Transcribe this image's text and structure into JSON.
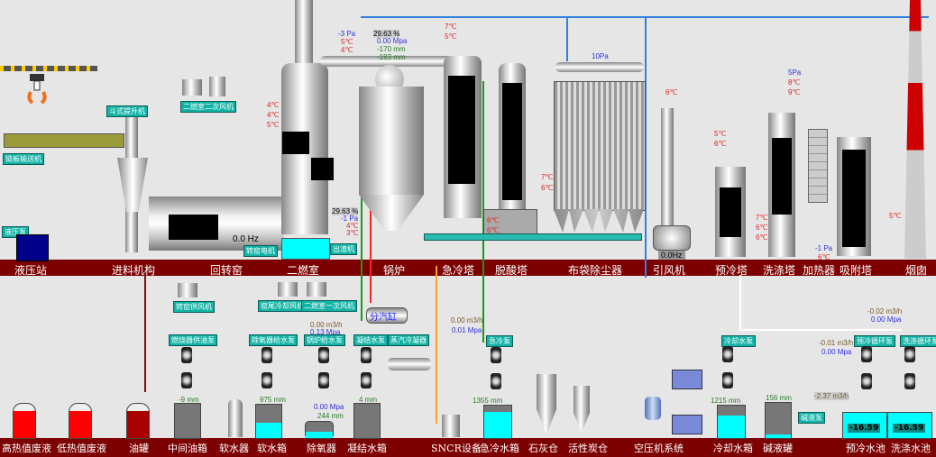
{
  "colors": {
    "band": "#7d0000",
    "water": "#00ffff",
    "tag": "#12b3a6",
    "temp": "#e02020",
    "pressure": "#3030e0",
    "level": "#2a7a2a"
  },
  "top_labels": [
    "液压站",
    "进料机构",
    "回转窑",
    "二燃室",
    "锅炉",
    "急冷塔",
    "脱酸塔",
    "布袋除尘器",
    "引风机",
    "预冷塔",
    "洗涤塔",
    "加热器",
    "吸附塔",
    "烟囱"
  ],
  "bottom_labels": [
    "高热值废液",
    "低热值废液",
    "油罐",
    "中间油箱",
    "软水器",
    "软水箱",
    "除氧器",
    "凝结水箱",
    "SNCR设备",
    "急冷水箱",
    "石灰仓",
    "活性炭仓",
    "空压机系统",
    "冷却水箱",
    "碱液罐",
    "预冷水池",
    "洗涤水池"
  ],
  "tags": {
    "bucket_elevator": "斗式提升机",
    "chain_conveyor": "链板输送机",
    "hydraulic_pump": "液压泵",
    "sec_fan_top": "二燃室二次风机",
    "kiln_motor": "转窑电机",
    "slag_machine": "出渣机",
    "kiln_fan": "转窑供风机",
    "kiln_tail_fan": "窑尾冷却风机",
    "primary_fan": "二燃室一次风机",
    "burner_pump": "燃烧器供油泵",
    "deaerator_pump": "除氧器给水泵",
    "boiler_pump": "锅炉给水泵",
    "condensate_pump": "凝结水泵",
    "steam_condenser": "蒸汽冷凝器",
    "steam_header": "分汽缸",
    "quench_pump": "急冷泵",
    "cooling_pump": "冷却水泵",
    "precool_pump": "预冷循环泵",
    "wash_pump": "洗涤循环泵",
    "alkali_pump": "碱液泵"
  },
  "readings": {
    "kiln_freq": "0.0 Hz",
    "fan_freq": "0.0Hz",
    "chamber_temps": [
      "4℃",
      "4℃",
      "5℃"
    ],
    "top_pa": "-3 Pa",
    "top_t1": "5℃",
    "top_t2": "4℃",
    "boiler_pct": "29.63 %",
    "boiler_mpa": "0.00 Mpa",
    "boiler_l1": "-170 mm",
    "boiler_l2": "-183 mm",
    "quench_t1": "7℃",
    "quench_t2": "5℃",
    "bag_pa": "10Pa",
    "fan_t": "6℃",
    "bag_t1": "7℃",
    "bag_t2": "6℃",
    "deacid_t1": "6℃",
    "deacid_t2": "6℃",
    "kiln_pct": "29.63 %",
    "kiln_pa": "-1 Pa",
    "kiln_t1": "4℃",
    "kiln_t2": "3℃",
    "precool_t1": "5℃",
    "precool_t2": "6℃",
    "wash_pa": "5Pa",
    "wash_t1": "8℃",
    "wash_t2": "9℃",
    "wash_low": [
      "7℃",
      "6℃",
      "6℃"
    ],
    "heater_pa": "-1 Pa",
    "heater_t": "6℃",
    "stack_t": "5℃",
    "boiler_flow": "0.00 m3/h",
    "boiler_press": "0.13 Mpa",
    "deaer_press": "0.00 Mpa",
    "deaer_level": "244 mm",
    "oil_level": "-9 mm",
    "soft_level": "975 mm",
    "cond_level": "4 mm",
    "sncr_flow": "0.00 m3/h",
    "sncr_press": "0.01 Mpa",
    "quench_level": "1355 mm",
    "cool_level": "1215 mm",
    "alkali_level": "156 mm",
    "alkali_flow": "-2.37 m3/h",
    "precool_flow": "-0.01 m3/h",
    "precool_press": "0.00 Mpa",
    "wash_flow": "-0.02 m3/h",
    "wash_press": "0.00 Mpa",
    "pool1": "-16.59",
    "pool2": "-16.59"
  }
}
